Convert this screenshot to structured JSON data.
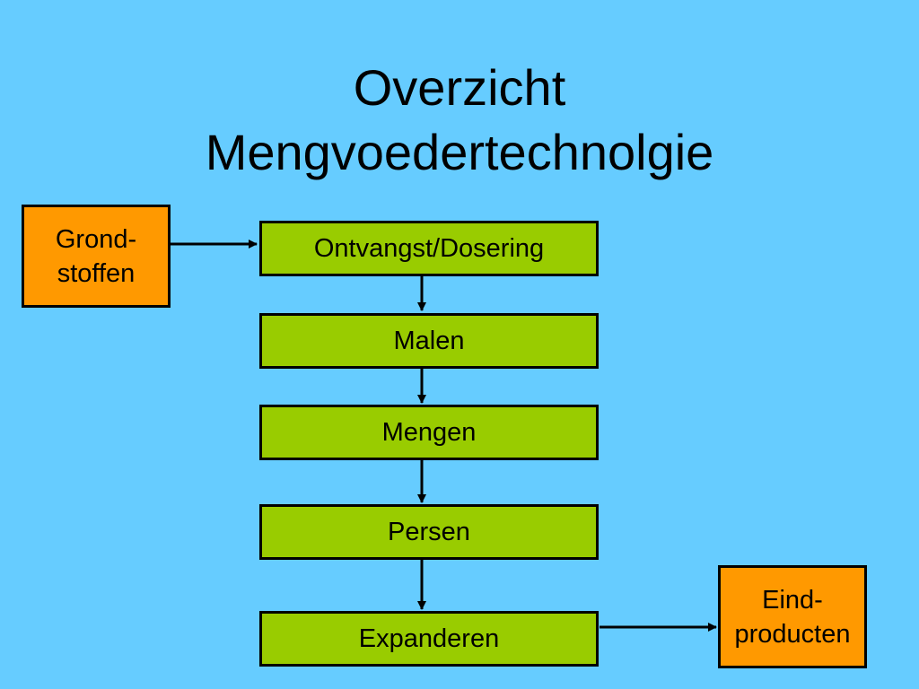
{
  "title": {
    "line1": "Overzicht",
    "line2": "Mengvoedertechnolgie"
  },
  "input_box": {
    "line1": "Grond-",
    "line2": "stoffen"
  },
  "steps": [
    "Ontvangst/Dosering",
    "Malen",
    "Mengen",
    "Persen",
    "Expanderen"
  ],
  "output_box": {
    "line1": "Eind-",
    "line2": "producten"
  },
  "colors": {
    "background": "#66ccff",
    "step_fill": "#99cc00",
    "input_fill": "#ff9900",
    "output_fill": "#ff9900",
    "border": "#000000"
  }
}
